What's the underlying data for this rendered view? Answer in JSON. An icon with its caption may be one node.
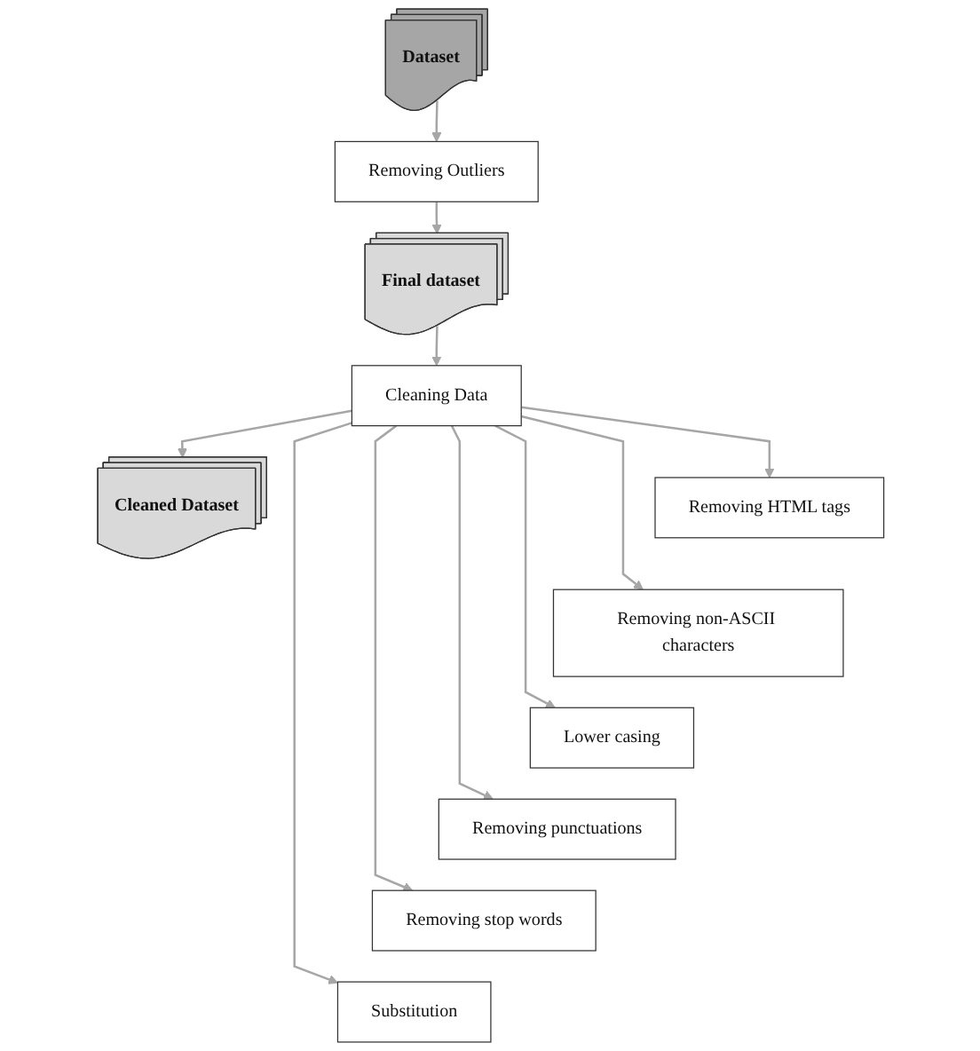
{
  "diagram": {
    "nodes": [
      {
        "text": [
          "Dataset"
        ]
      },
      {
        "text": [
          "Removing Outliers"
        ]
      },
      {
        "text": [
          "Final dataset"
        ]
      },
      {
        "text": [
          "Cleaning Data"
        ]
      },
      {
        "text": [
          "Cleaned Dataset"
        ]
      },
      {
        "text": [
          "Removing HTML tags"
        ]
      },
      {
        "text": [
          "Removing non-ASCII characters"
        ]
      },
      {
        "text": [
          "Lower casing"
        ]
      },
      {
        "text": [
          "Removing punctuations"
        ]
      },
      {
        "text": [
          "Removing stop words"
        ]
      },
      {
        "text": [
          "Substitution"
        ]
      }
    ],
    "edges": [
      {
        "from": 0,
        "to": 1,
        "arrow": "to"
      },
      {
        "from": 1,
        "to": 2,
        "arrow": "to"
      },
      {
        "from": 2,
        "to": 3,
        "arrow": "to"
      },
      {
        "from": 3,
        "to": 4,
        "arrow": "to"
      },
      {
        "from": 3,
        "to": 5,
        "arrow": "to"
      },
      {
        "from": 3,
        "to": 6,
        "arrow": "to"
      },
      {
        "from": 3,
        "to": 7,
        "arrow": "to"
      },
      {
        "from": 3,
        "to": 8,
        "arrow": "to"
      },
      {
        "from": 3,
        "to": 9,
        "arrow": "to"
      },
      {
        "from": 3,
        "to": 10,
        "arrow": "to"
      }
    ]
  }
}
